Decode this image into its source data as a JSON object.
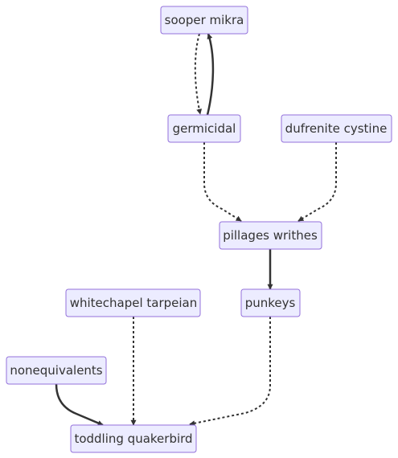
{
  "diagram": {
    "type": "flowchart",
    "colors": {
      "node_fill": "#ececff",
      "node_border": "#9370db",
      "text": "#333333",
      "edge": "#333333",
      "background": "#ffffff"
    },
    "nodes": {
      "sooper_mikra": "sooper mikra",
      "germicidal": "germicidal",
      "dufrenite_cystine": "dufrenite cystine",
      "pillages_writhes": "pillages writhes",
      "whitechapel_tarpeian": "whitechapel tarpeian",
      "punkeys": "punkeys",
      "nonequivalents": "nonequivalents",
      "toddling_quakerbird": "toddling quakerbird"
    },
    "edges": [
      {
        "from": "sooper_mikra",
        "to": "germicidal",
        "style": "dotted"
      },
      {
        "from": "germicidal",
        "to": "sooper_mikra",
        "style": "solid"
      },
      {
        "from": "germicidal",
        "to": "pillages_writhes",
        "style": "dotted"
      },
      {
        "from": "dufrenite_cystine",
        "to": "pillages_writhes",
        "style": "dotted"
      },
      {
        "from": "pillages_writhes",
        "to": "punkeys",
        "style": "solid"
      },
      {
        "from": "whitechapel_tarpeian",
        "to": "toddling_quakerbird",
        "style": "dotted"
      },
      {
        "from": "punkeys",
        "to": "toddling_quakerbird",
        "style": "dotted"
      },
      {
        "from": "nonequivalents",
        "to": "toddling_quakerbird",
        "style": "solid"
      }
    ]
  }
}
